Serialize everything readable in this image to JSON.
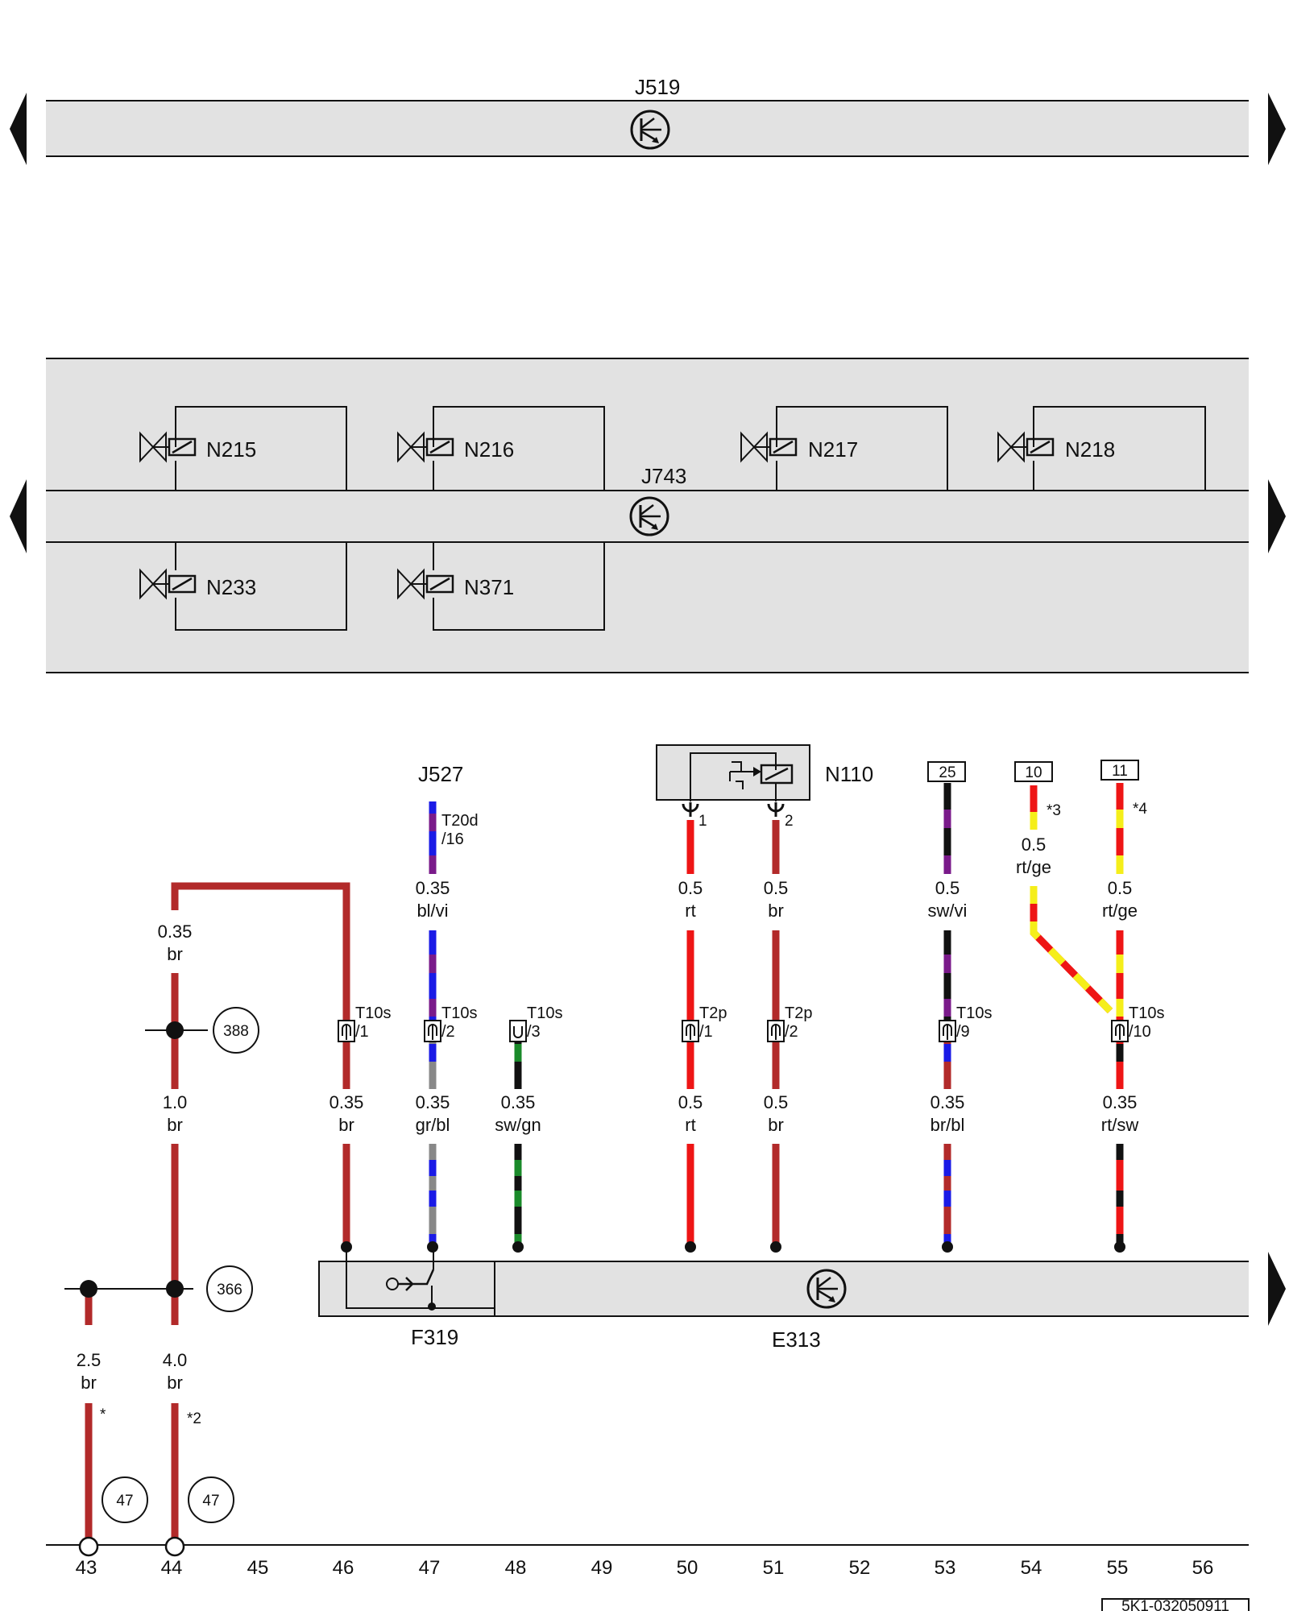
{
  "modules": {
    "j519": "J519",
    "j743": "J743",
    "j527": "J527",
    "e313": "E313",
    "f319": "F319",
    "n110": "N110"
  },
  "valves": [
    "N215",
    "N216",
    "N217",
    "N218",
    "N233",
    "N371"
  ],
  "wires": [
    {
      "id": "w44a",
      "size": "0.35",
      "color": "br"
    },
    {
      "id": "w44b",
      "size": "1.0",
      "color": "br"
    },
    {
      "id": "w44c",
      "size": "4.0",
      "color": "br"
    },
    {
      "id": "w43",
      "size": "2.5",
      "color": "br"
    },
    {
      "id": "w46",
      "size": "0.35",
      "color": "br"
    },
    {
      "id": "w47a",
      "size": "0.35",
      "color": "bl/vi"
    },
    {
      "id": "w47b",
      "size": "0.35",
      "color": "gr/bl"
    },
    {
      "id": "w48",
      "size": "0.35",
      "color": "sw/gn"
    },
    {
      "id": "w50a",
      "size": "0.5",
      "color": "rt"
    },
    {
      "id": "w50b",
      "size": "0.5",
      "color": "rt"
    },
    {
      "id": "w51a",
      "size": "0.5",
      "color": "br"
    },
    {
      "id": "w51b",
      "size": "0.5",
      "color": "br"
    },
    {
      "id": "w53a",
      "size": "0.5",
      "color": "sw/vi"
    },
    {
      "id": "w53b",
      "size": "0.35",
      "color": "br/bl"
    },
    {
      "id": "w54",
      "size": "0.5",
      "color": "rt/ge"
    },
    {
      "id": "w55a",
      "size": "0.5",
      "color": "rt/ge"
    },
    {
      "id": "w55b",
      "size": "0.35",
      "color": "rt/sw"
    }
  ],
  "connectors": {
    "t20d": "T20d",
    "t20d_pin": "/16",
    "t10s": "T10s",
    "t2p": "T2p",
    "pin1": "/1",
    "pin2": "/2",
    "pin3": "/3",
    "pin9": "/9",
    "pin10": "/10",
    "n110_pin1": "1",
    "n110_pin2": "2"
  },
  "circle_refs": {
    "r388": "388",
    "r366": "366",
    "r47a": "47",
    "r47b": "47"
  },
  "box_refs": {
    "b25": "25",
    "b10": "10",
    "b11": "11"
  },
  "footnotes": {
    "f1": "*",
    "f2": "*2",
    "f3": "*3",
    "f4": "*4"
  },
  "ruler": [
    "43",
    "44",
    "45",
    "46",
    "47",
    "48",
    "49",
    "50",
    "51",
    "52",
    "53",
    "54",
    "55",
    "56"
  ],
  "doc_id": "5K1-032050911"
}
